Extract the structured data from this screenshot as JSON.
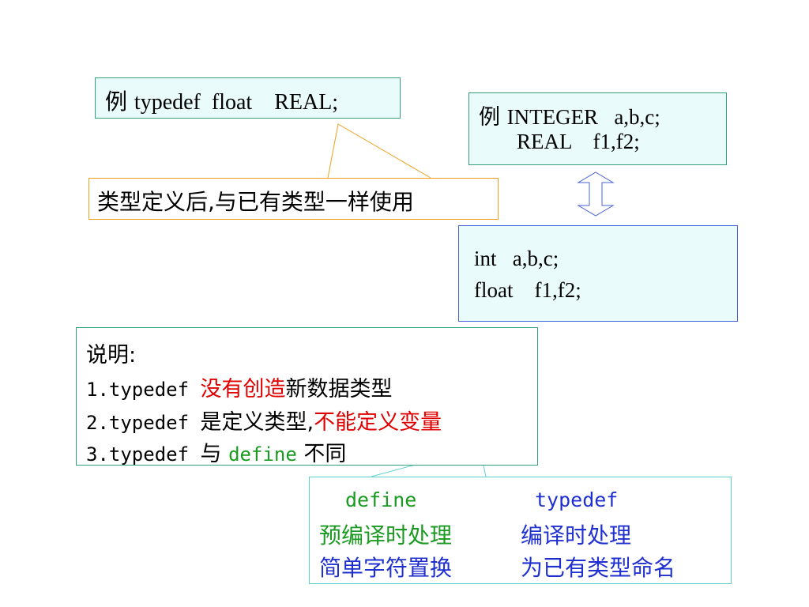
{
  "typedef_example": {
    "prefix": "例",
    "code": "typedef  float    REAL;"
  },
  "callout_note": {
    "text": "类型定义后,与已有类型一样使用"
  },
  "integer_example": {
    "prefix": "例",
    "line1": "INTEGER   a,b,c;",
    "line2": "REAL    f1,f2;"
  },
  "equivalent_code": {
    "line1": "int   a,b,c;",
    "line2": "float    f1,f2;"
  },
  "explanation": {
    "heading": "说明:",
    "item1_prefix": "1.typedef ",
    "item1_highlight": "没有创造",
    "item1_suffix": "新数据类型",
    "item2_prefix": "2.typedef ",
    "item2_mid": "是定义类型,",
    "item2_highlight": "不能定义变量",
    "item3_prefix": "3.typedef ",
    "item3_mid": "与 ",
    "item3_highlight": "define",
    "item3_suffix": " 不同"
  },
  "comparison": {
    "define_header": "define",
    "typedef_header": "typedef",
    "define_row1": "预编译时处理",
    "define_row2": "简单字符置换",
    "typedef_row1": "编译时处理",
    "typedef_row2": "为已有类型命名"
  },
  "colors": {
    "highlight_red": "#e00000",
    "define_green": "#1a9a20",
    "typedef_blue": "#2030d0",
    "box_fill": "#e9fbfb"
  }
}
